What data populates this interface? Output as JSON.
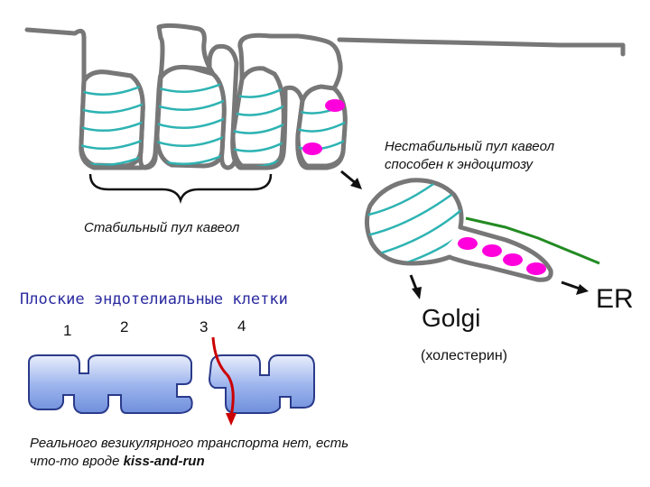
{
  "labels": {
    "unstable_pool_line1": "Нестабильный пул кавеол",
    "unstable_pool_line2": "способен к эндоцитозу",
    "stable_pool": "Стабильный пул кавеол",
    "flat_cells": "Плоские эндотелиальные клетки",
    "num_1": "1",
    "num_2": "2",
    "num_3": "3",
    "num_4": "4",
    "golgi": "Golgi",
    "cholesterol": "(холестерин)",
    "er": "ER",
    "note_line1": "Реального везикулярного транспорта нет, есть",
    "note_line2_prefix": "что-то вроде ",
    "note_line2_bold": "kiss-and-run"
  },
  "colors": {
    "outline": "#777777",
    "stripes": "#2eb3b3",
    "vesicle": "#ff00dd",
    "er_line": "#228b22",
    "arrow": "#111111",
    "cell_fill": "#8fa8e8",
    "path_red": "#cc0000",
    "flat_label": "#2a2aa0"
  },
  "icons": [
    "arrow-to-endocytic-vesicle",
    "arrow-to-golgi",
    "arrow-to-er",
    "red-transport-arrow"
  ]
}
